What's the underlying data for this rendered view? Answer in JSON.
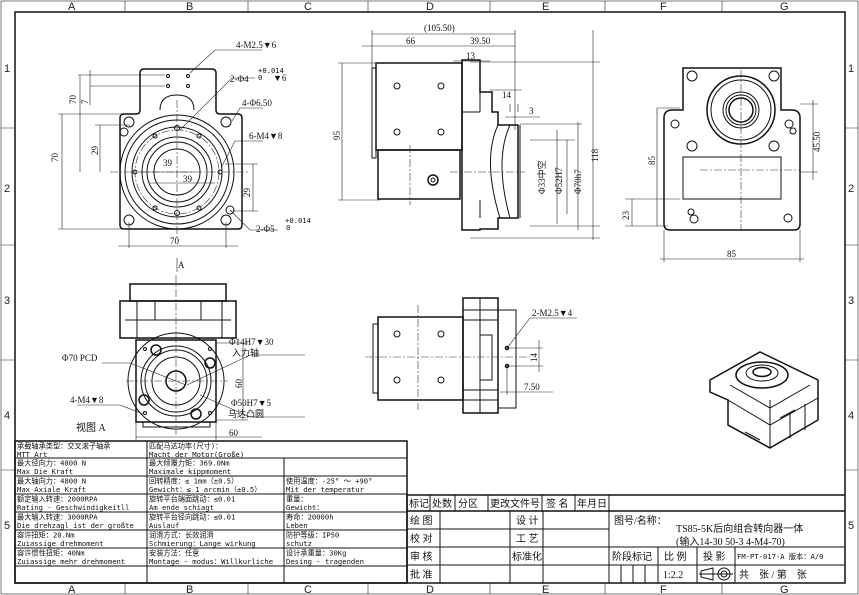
{
  "frame": {
    "columns": [
      "A",
      "B",
      "C",
      "D",
      "E",
      "F",
      "G"
    ],
    "rows": [
      "1",
      "2",
      "3",
      "4",
      "5"
    ]
  },
  "front_view": {
    "dims": {
      "m25": "4-M2.5▼6",
      "phi4": "2-Φ4",
      "phi4_tol": "+0.014",
      "phi4_tol0": "0",
      "phi4_depth": "▼6",
      "phi650": "4-Φ6.50",
      "m4": "6-M4▼8",
      "phi5": "2-Φ5",
      "phi5_tol": "+0.014",
      "phi5_tol0": "0",
      "d70_top": "70",
      "d7": "7",
      "d70_left": "70",
      "d29_left": "29",
      "d39_a": "39",
      "d39_b": "39",
      "d29_right": "29",
      "d70_bottom": "70",
      "view_arrow": "A"
    }
  },
  "side_view": {
    "dims": {
      "total": "(105.50)",
      "d66": "66",
      "d3950": "39.50",
      "d13": "13",
      "d14": "14",
      "d3": "3",
      "d95": "95",
      "d118": "118",
      "phi33": "Φ33中空",
      "phi52": "Φ52H7",
      "phi70": "Φ70h7"
    }
  },
  "right_view": {
    "dims": {
      "d85_v": "85",
      "d4550": "45.50",
      "d23": "23",
      "d85_h": "85"
    }
  },
  "bottom_view": {
    "dims": {
      "m25": "2-M2.5▼4",
      "d14": "14",
      "d750": "7.50"
    }
  },
  "view_a": {
    "title": "视图 A",
    "dims": {
      "phi14": "Φ14H7▼30",
      "input_shaft": "入力轴",
      "pcd": "Φ70 PCD",
      "m4": "4-M4▼8",
      "d60_v": "60",
      "phi50": "Φ50H7▼5",
      "motor_boss": "马达凸圆",
      "d60_h": "60"
    }
  },
  "spec_table": {
    "rows": [
      [
        [
          "承载轴承类型：交叉滚子轴承",
          "MTT Art"
        ],
        [
          "匹配马达功率(尺寸)：",
          "Macht der Motor(Große)"
        ]
      ],
      [
        [
          "最大径向力：4800 N",
          "Max Die Kraft"
        ],
        [
          "最大倾覆力矩：369.0Nm",
          "Maximale kippmoment"
        ],
        [
          "",
          ""
        ]
      ],
      [
        [
          "最大轴向力：4800 N",
          "Max Axiale Kraft"
        ],
        [
          "回转精度：≤ 1mm（±0.5）",
          "Gewicht：≤ 1 arcmin（±0.5）"
        ],
        [
          "使用温度：-25° ～ +90°",
          "Mit der temperatur"
        ]
      ],
      [
        [
          "额定输入转速：2000RPA",
          "Rating - Geschwindigkeitll"
        ],
        [
          "旋转平台端面跳动：≤0.01",
          "Am ende schiagt"
        ],
        [
          "重量：",
          "Gewicht："
        ]
      ],
      [
        [
          "最大输入转速：3000RPA",
          "Die drehzagl ist der großte"
        ],
        [
          "旋转平台径向跳动：≤0.01",
          "Auslauf"
        ],
        [
          "寿命：20000h",
          "Leben"
        ]
      ],
      [
        [
          "容许扭矩：20.Nm",
          "Zuiassige drehmoment"
        ],
        [
          "润滑方式：长效润滑",
          "Schmierung：Lange wirkung"
        ],
        [
          "防护等级：IP50",
          "schutz"
        ]
      ],
      [
        [
          "容许惯性扭矩：40Nm",
          "Zuiassige mehr drehmoment"
        ],
        [
          "安装方法：任意",
          "Montage - modus：Willkurliche"
        ],
        [
          "设计承重量：30Kg",
          "Desing - tragenden"
        ]
      ]
    ]
  },
  "title_block": {
    "header": [
      "标记",
      "处数",
      "分区",
      "更改文件号",
      "签 名",
      "年月日"
    ],
    "draw": "绘 图",
    "check": "校 对",
    "review": "审 核",
    "approve": "批 准",
    "design": "设 计",
    "process": "工 艺",
    "standard": "标准化",
    "drawing_name_label": "图号/名称：",
    "drawing_name_1": "TS85-5K后向组合转向器一体",
    "drawing_name_2": "(输入14-30 50-3 4-M4-70)",
    "stage_mark": "阶段标记",
    "scale_label": "比 例",
    "projection_label": "投 影",
    "doc_version": "FM-PT-017-A 版本：A/0",
    "scale_value": "1:2.2",
    "sheets": "共    张 / 第    张"
  }
}
